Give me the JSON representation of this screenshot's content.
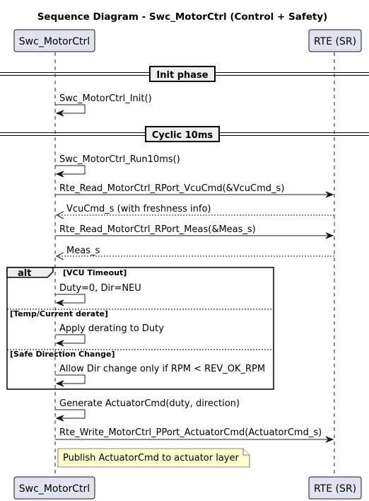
{
  "diagram": {
    "title": "Sequence Diagram - Swc_MotorCtrl (Control + Safety)",
    "participants": [
      {
        "id": "swc",
        "label": "Swc_MotorCtrl"
      },
      {
        "id": "rte",
        "label": "RTE (SR)"
      }
    ],
    "dividers": [
      {
        "label": "Init phase"
      },
      {
        "label": "Cyclic 10ms"
      }
    ],
    "messages": [
      {
        "label": "Swc_MotorCtrl_Init()",
        "from": "swc",
        "to": "swc",
        "style": "sync"
      },
      {
        "label": "Swc_MotorCtrl_Run10ms()",
        "from": "swc",
        "to": "swc",
        "style": "sync"
      },
      {
        "label": "Rte_Read_MotorCtrl_RPort_VcuCmd(&VcuCmd_s)",
        "from": "swc",
        "to": "rte",
        "style": "sync"
      },
      {
        "label": "VcuCmd_s (with freshness info)",
        "from": "rte",
        "to": "swc",
        "style": "return"
      },
      {
        "label": "Rte_Read_MotorCtrl_RPort_Meas(&Meas_s)",
        "from": "swc",
        "to": "rte",
        "style": "sync"
      },
      {
        "label": "Meas_s",
        "from": "rte",
        "to": "swc",
        "style": "return"
      },
      {
        "label": "Duty=0, Dir=NEU",
        "from": "swc",
        "to": "swc",
        "style": "sync"
      },
      {
        "label": "Apply derating to Duty",
        "from": "swc",
        "to": "swc",
        "style": "sync"
      },
      {
        "label": "Allow Dir change only if RPM < REV_OK_RPM",
        "from": "swc",
        "to": "swc",
        "style": "sync"
      },
      {
        "label": "Generate ActuatorCmd(duty, direction)",
        "from": "swc",
        "to": "swc",
        "style": "sync"
      },
      {
        "label": "Rte_Write_MotorCtrl_PPort_ActuatorCmd(ActuatorCmd_s)",
        "from": "swc",
        "to": "rte",
        "style": "sync"
      }
    ],
    "alt_frame": {
      "kind": "alt",
      "branches": [
        {
          "guard": "[VCU Timeout]"
        },
        {
          "guard": "[Temp/Current derate]"
        },
        {
          "guard": "[Safe Direction Change]"
        }
      ]
    },
    "note": {
      "label": "Publish ActuatorCmd to actuator layer",
      "color": "#FEFECE"
    },
    "colors": {
      "participant_fill": "#E2E2F0",
      "divider_fill": "#EEEEEE",
      "line": "#181818"
    }
  }
}
